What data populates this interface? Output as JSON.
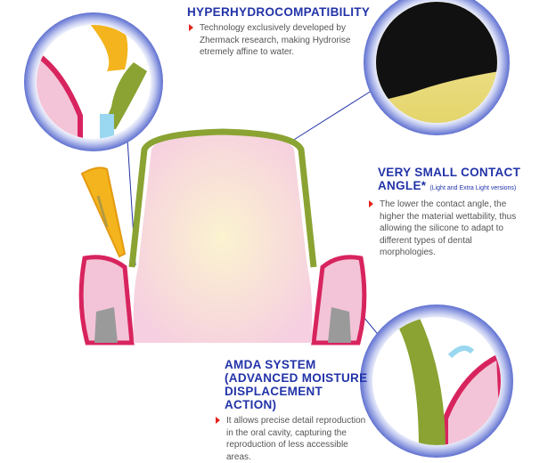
{
  "sections": {
    "hyper": {
      "title": "HYPERHYDROCOMPATIBILITY",
      "text": "Technology exclusively developed by Zhermack research, making Hydrorise etremely affine to water."
    },
    "contact": {
      "title": "VERY SMALL CONTACT ANGLE*",
      "note": "(Light and Extra Light versions)",
      "text": "The lower the contact angle, the higher the material wettability, thus allowing the silicone to adapt to different types of dental morphologies."
    },
    "amda": {
      "title": "AMDA SYSTEM (ADVANCED MOISTURE DISPLACEMENT ACTION)",
      "text": "It allows precise detail reproduction in the oral cavity, capturing the reproduction of less accessible areas."
    }
  },
  "colors": {
    "title": "#2233a8",
    "bullet": "#e2231a",
    "silicone": "#8aa332",
    "ring": "#6f7fd6"
  }
}
